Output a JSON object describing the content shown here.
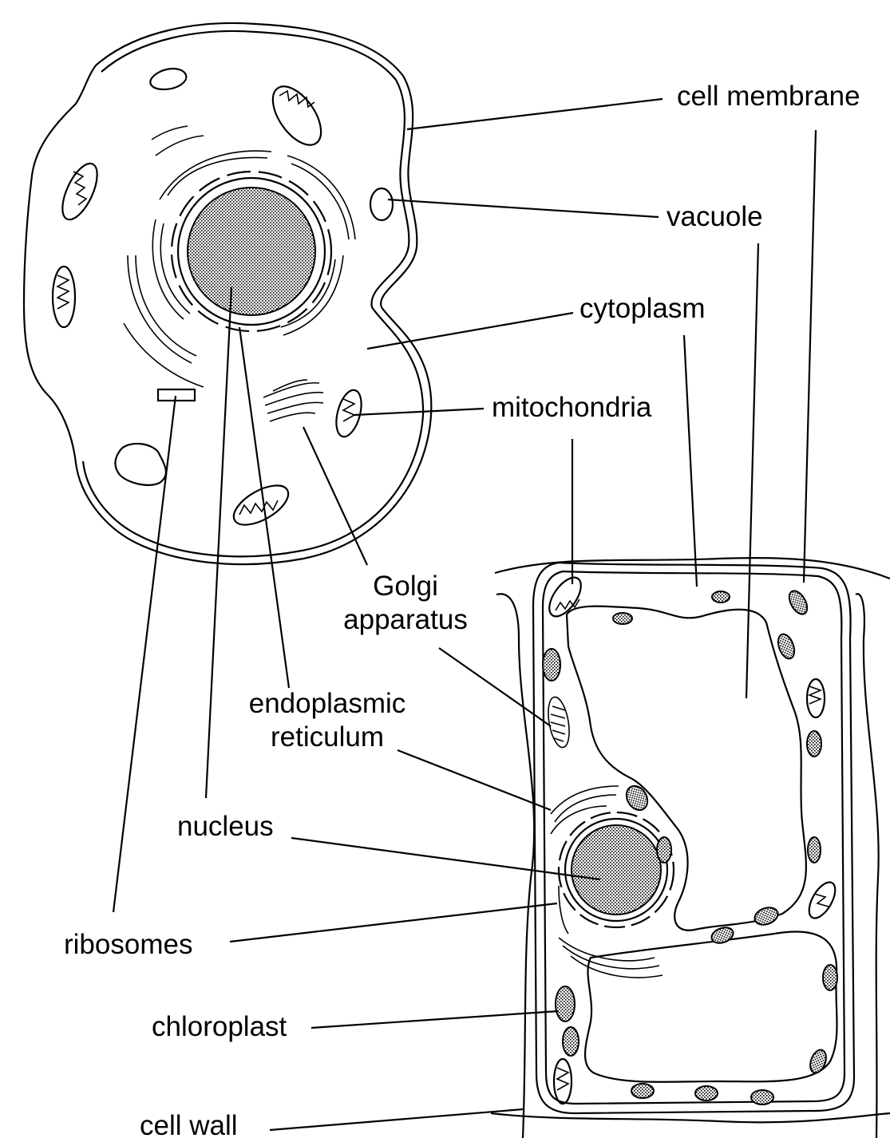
{
  "labels": {
    "cell_membrane": "cell membrane",
    "vacuole": "vacuole",
    "cytoplasm": "cytoplasm",
    "mitochondria": "mitochondria",
    "golgi_line1": "Golgi",
    "golgi_line2": "apparatus",
    "er_line1": "endoplasmic",
    "er_line2": "reticulum",
    "nucleus": "nucleus",
    "ribosomes": "ribosomes",
    "chloroplast": "chloroplast",
    "cell_wall": "cell wall"
  },
  "colors": {
    "line": "#000000",
    "background": "#ffffff"
  }
}
